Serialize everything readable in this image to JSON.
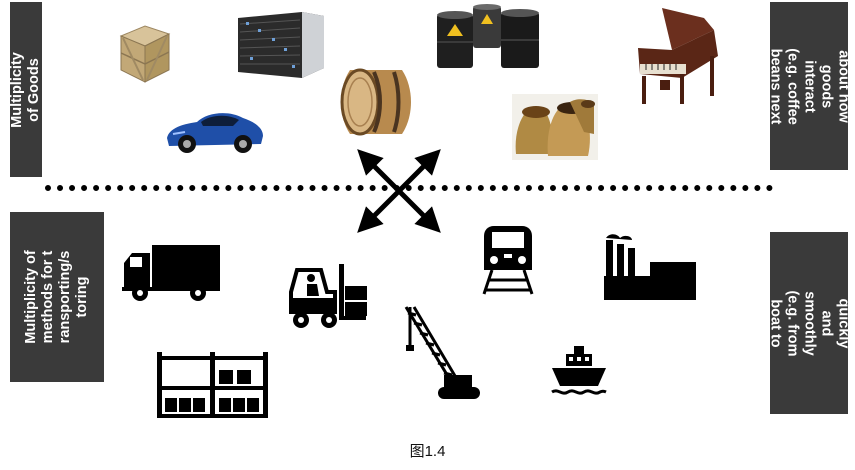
{
  "left_top_label": "Multiplicity of Goods",
  "left_bottom_label": "Multiplicity of methods for transporting/storing",
  "right_top_label": "Do I worry about how goods interact (e.g. coffee beans next to spices)",
  "right_bottom_label": "Can I transport quickly and smoothly (e.g. from boat to train to truck)",
  "caption": "图1.4",
  "colors": {
    "label_box": "#3a3a3a",
    "label_text": "#ffffff",
    "icon": "#000000"
  },
  "icons": {
    "goods": [
      "wooden-crate-icon",
      "server-rack-icon",
      "oil-drums-icon",
      "grand-piano-icon",
      "sports-car-icon",
      "wooden-barrel-icon",
      "spice-sacks-icon"
    ],
    "transport": [
      "truck-icon",
      "forklift-icon",
      "train-icon",
      "factory-icon",
      "pallet-rack-icon",
      "crane-icon",
      "ship-icon"
    ],
    "connector": "double-arrow-cross-icon"
  }
}
